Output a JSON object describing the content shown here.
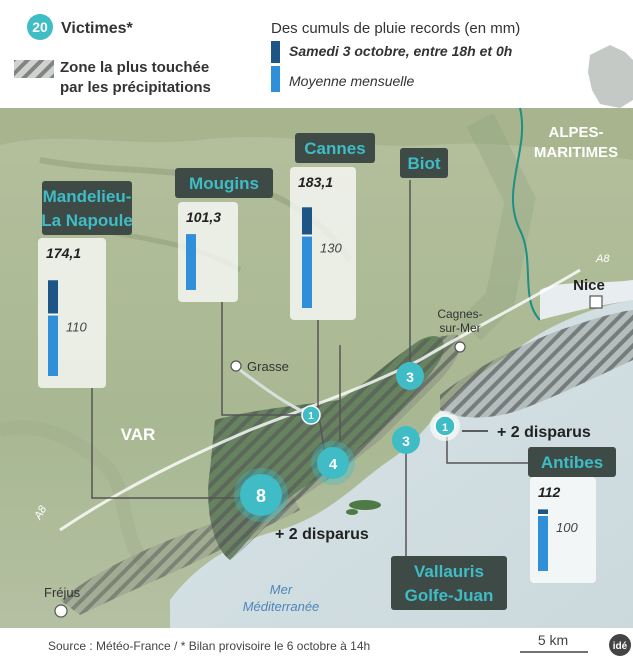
{
  "legend": {
    "victims_count": "20",
    "victims_label": "Victimes*",
    "zone_line1": "Zone la plus touchée",
    "zone_line2": "par les précipitations",
    "rain_title": "Des cumuls de pluie records (en mm)",
    "rain_record_label": "Samedi 3 octobre, entre 18h et 0h",
    "rain_monthly_label": "Moyenne mensuelle"
  },
  "colors": {
    "record": "#1d5587",
    "monthly": "#2f8fd8",
    "accent": "#3fbcc6",
    "label_bg": "#3d4a45"
  },
  "regions": {
    "alpes": "ALPES-\nMARITIMES",
    "var": "VAR",
    "sea_line1": "Mer",
    "sea_line2": "Méditerranée"
  },
  "places": {
    "nice": "Nice",
    "cagnes": "Cagnes-\nsur-Mer",
    "grasse": "Grasse",
    "frejus": "Fréjus",
    "a8_east": "A8",
    "a8_west": "A8"
  },
  "stations": [
    {
      "name": "Mandelieu-\nLa Napoule",
      "record": "174,1",
      "monthly": "110",
      "record_value": 174.1,
      "monthly_value": 110
    },
    {
      "name": "Mougins",
      "record": "101,3",
      "monthly": "",
      "record_value": 101.3,
      "monthly_value": 0
    },
    {
      "name": "Cannes",
      "record": "183,1",
      "monthly": "130",
      "record_value": 183.1,
      "monthly_value": 130
    },
    {
      "name": "Biot",
      "record": "",
      "monthly": "",
      "record_value": 0,
      "monthly_value": 0
    },
    {
      "name": "Antibes",
      "record": "112",
      "monthly": "100",
      "record_value": 112,
      "monthly_value": 100
    },
    {
      "name": "Vallauris\nGolfe-Juan",
      "record": "",
      "monthly": "",
      "record_value": 0,
      "monthly_value": 0
    }
  ],
  "victim_markers": [
    "8",
    "4",
    "3",
    "3",
    "1",
    "1"
  ],
  "missing_1": "+ 2 disparus",
  "missing_2": "+ 2 disparus",
  "footer": {
    "source": "Source : Météo-France / * Bilan provisoire le 6 octobre à 14h",
    "scale": "5 km",
    "logo": "idé"
  }
}
